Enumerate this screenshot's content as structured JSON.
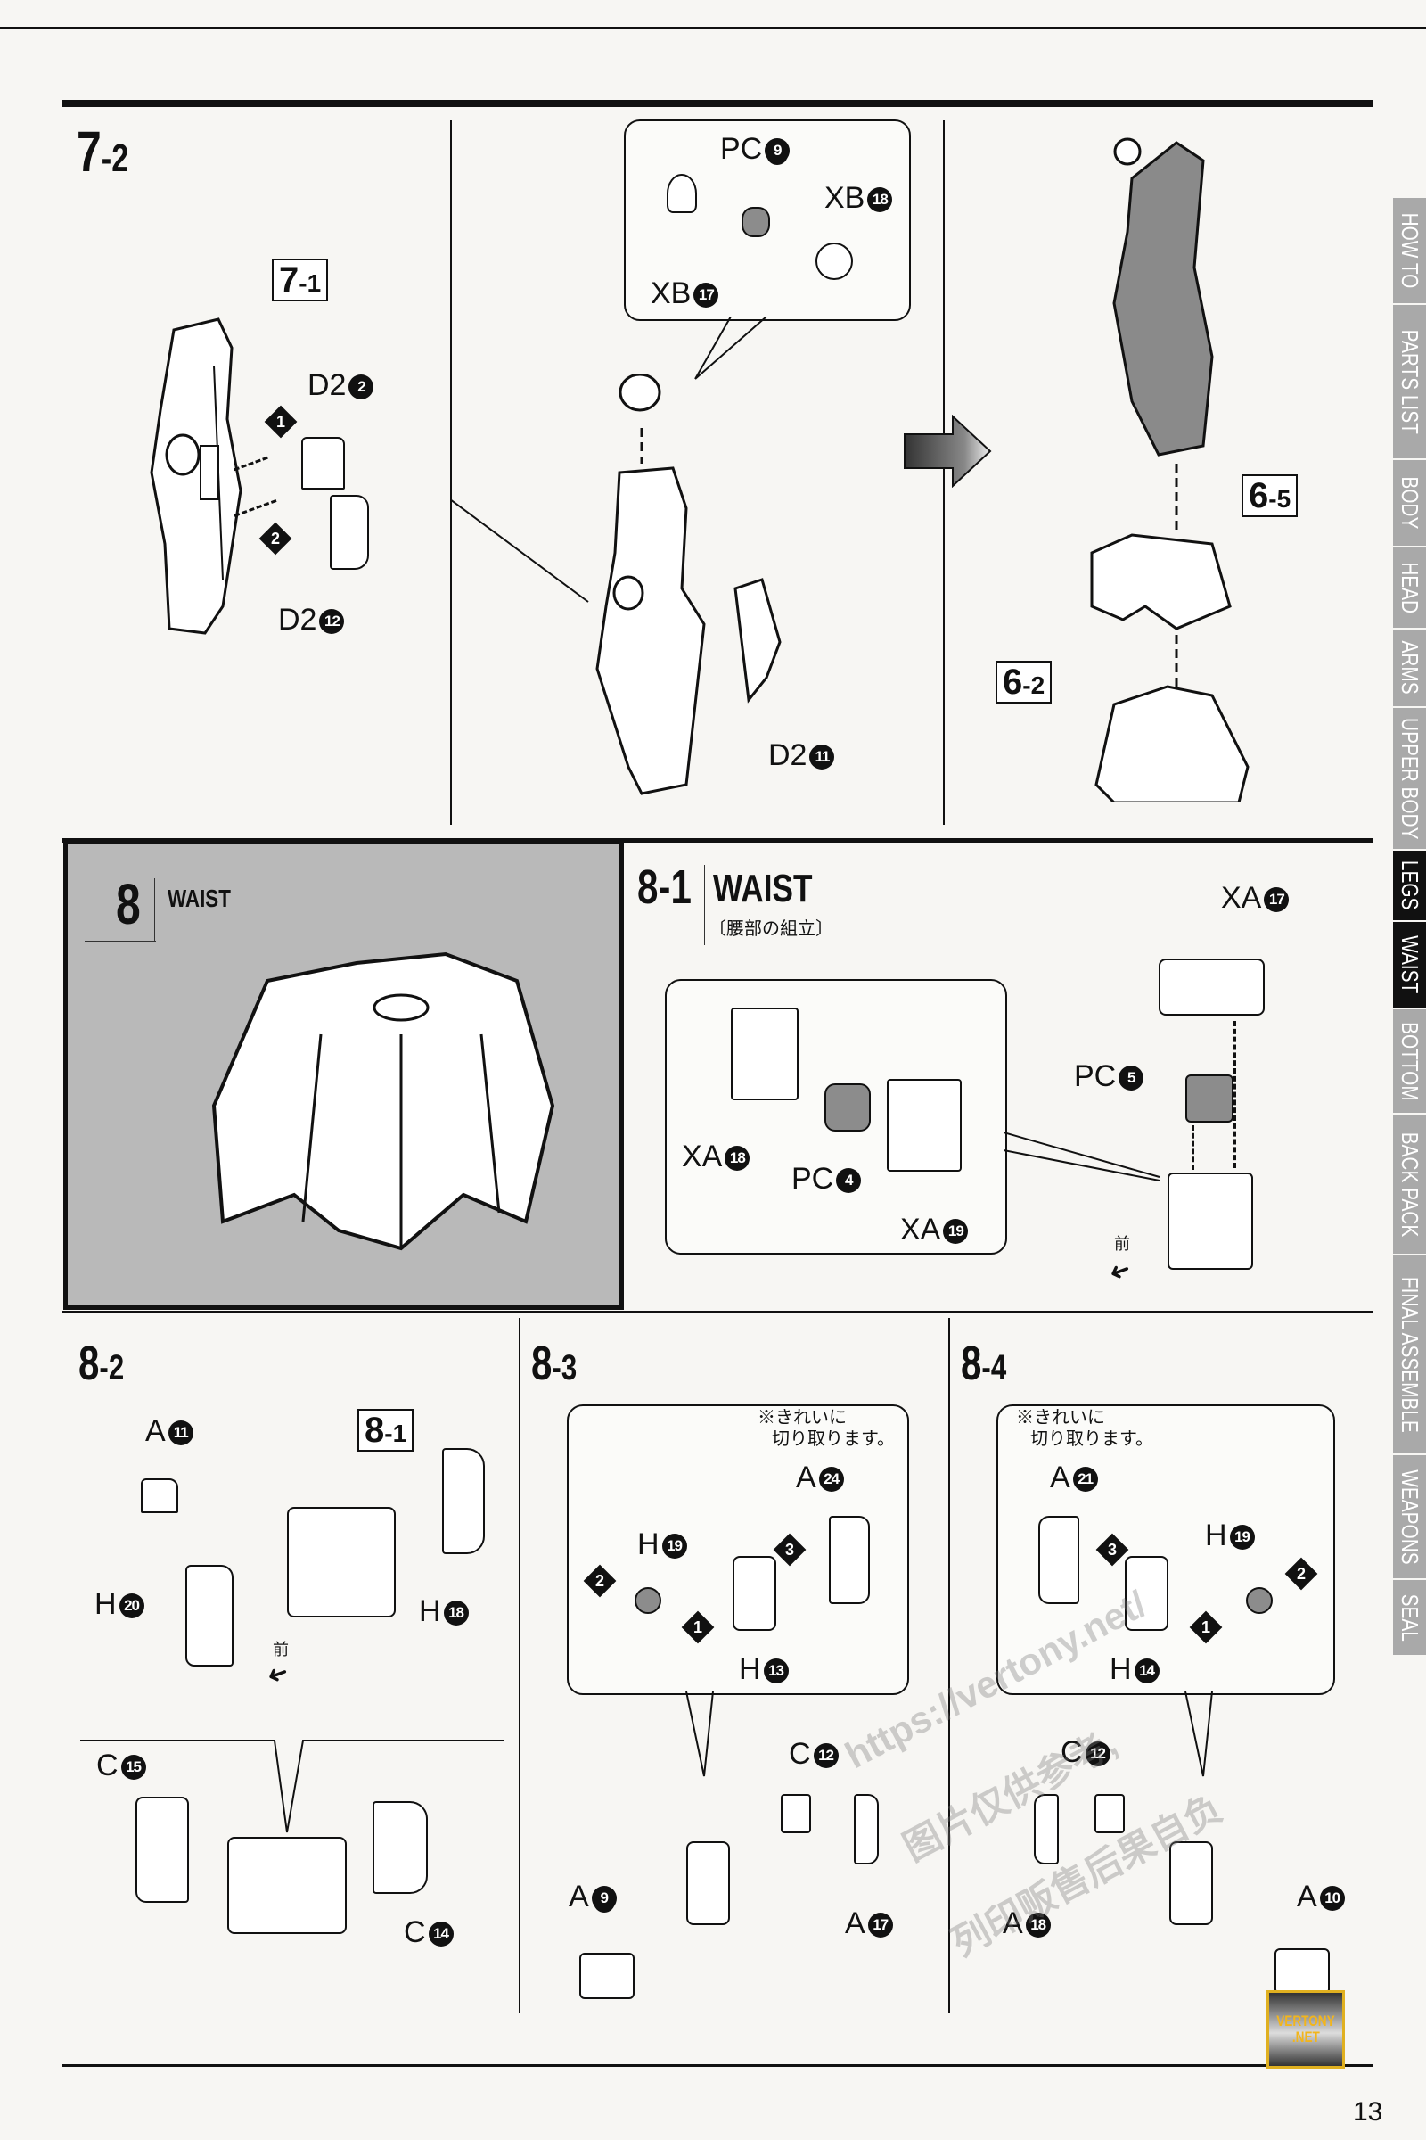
{
  "page_number": "13",
  "sidebar": {
    "tabs": [
      {
        "label": "HOW TO",
        "active": false
      },
      {
        "label": "PARTS LIST",
        "active": false
      },
      {
        "label": "BODY",
        "active": false
      },
      {
        "label": "HEAD",
        "active": false
      },
      {
        "label": "ARMS",
        "active": false
      },
      {
        "label": "UPPER BODY",
        "active": false
      },
      {
        "label": "LEGS",
        "active": true
      },
      {
        "label": "WAIST",
        "active": true
      },
      {
        "label": "BOTTOM",
        "active": false
      },
      {
        "label": "BACK PACK",
        "active": false
      },
      {
        "label": "FINAL ASSEMBLE",
        "active": false
      },
      {
        "label": "WEAPONS",
        "active": false
      },
      {
        "label": "SEAL",
        "active": false
      }
    ]
  },
  "step_7_2": {
    "number_major": "7",
    "number_minor": "-2",
    "ref_7_1": {
      "major": "7",
      "minor": "-1"
    },
    "parts": {
      "d2_2": {
        "runner": "D2",
        "num": "2"
      },
      "d2_12": {
        "runner": "D2",
        "num": "12"
      },
      "d2_11": {
        "runner": "D2",
        "num": "11"
      }
    },
    "order": {
      "first": "1",
      "second": "2"
    },
    "inset": {
      "pc_9": {
        "runner": "PC",
        "num": "9"
      },
      "xb_18": {
        "runner": "XB",
        "num": "18"
      },
      "xb_17": {
        "runner": "XB",
        "num": "17"
      }
    },
    "ref_6_5": {
      "major": "6",
      "minor": "-5"
    },
    "ref_6_2": {
      "major": "6",
      "minor": "-2"
    }
  },
  "step_8": {
    "number": "8",
    "title": "WAIST"
  },
  "step_8_1": {
    "number_major": "8",
    "number_minor": "-1",
    "title": "WAIST",
    "subtitle": "〔腰部の組立〕",
    "inset": {
      "xa_18": {
        "runner": "XA",
        "num": "18"
      },
      "pc_4": {
        "runner": "PC",
        "num": "4"
      },
      "xa_19": {
        "runner": "XA",
        "num": "19"
      }
    },
    "xa_17": {
      "runner": "XA",
      "num": "17"
    },
    "pc_5": {
      "runner": "PC",
      "num": "5"
    },
    "front_label": "前"
  },
  "step_8_2": {
    "number_major": "8",
    "number_minor": "-2",
    "ref_8_1": {
      "major": "8",
      "minor": "-1"
    },
    "a_11": {
      "runner": "A",
      "num": "11"
    },
    "h_20": {
      "runner": "H",
      "num": "20"
    },
    "h_18": {
      "runner": "H",
      "num": "18"
    },
    "c_15": {
      "runner": "C",
      "num": "15"
    },
    "c_14": {
      "runner": "C",
      "num": "14"
    },
    "front_label": "前"
  },
  "step_8_3": {
    "number_major": "8",
    "number_minor": "-3",
    "note_line1": "※きれいに",
    "note_line2": "切り取ります。",
    "a_24": {
      "runner": "A",
      "num": "24"
    },
    "h_19": {
      "runner": "H",
      "num": "19"
    },
    "h_13": {
      "runner": "H",
      "num": "13"
    },
    "order": {
      "first": "1",
      "second": "2",
      "third": "3"
    },
    "c_12": {
      "runner": "C",
      "num": "12"
    },
    "a_9": {
      "runner": "A",
      "num": "9"
    },
    "a_17": {
      "runner": "A",
      "num": "17"
    }
  },
  "step_8_4": {
    "number_major": "8",
    "number_minor": "-4",
    "note_line1": "※きれいに",
    "note_line2": "切り取ります。",
    "a_21": {
      "runner": "A",
      "num": "21"
    },
    "h_19": {
      "runner": "H",
      "num": "19"
    },
    "h_14": {
      "runner": "H",
      "num": "14"
    },
    "order": {
      "first": "1",
      "second": "2",
      "third": "3"
    },
    "c_12": {
      "runner": "C",
      "num": "12"
    },
    "a_18": {
      "runner": "A",
      "num": "18"
    },
    "a_10": {
      "runner": "A",
      "num": "10"
    }
  },
  "watermark": {
    "line1": "https://vertony.net/",
    "line2": "图片仅供参考,",
    "line3": "列印贩售后果自负"
  },
  "logo": {
    "line1": "VERTONY",
    "line2": ".NET"
  }
}
